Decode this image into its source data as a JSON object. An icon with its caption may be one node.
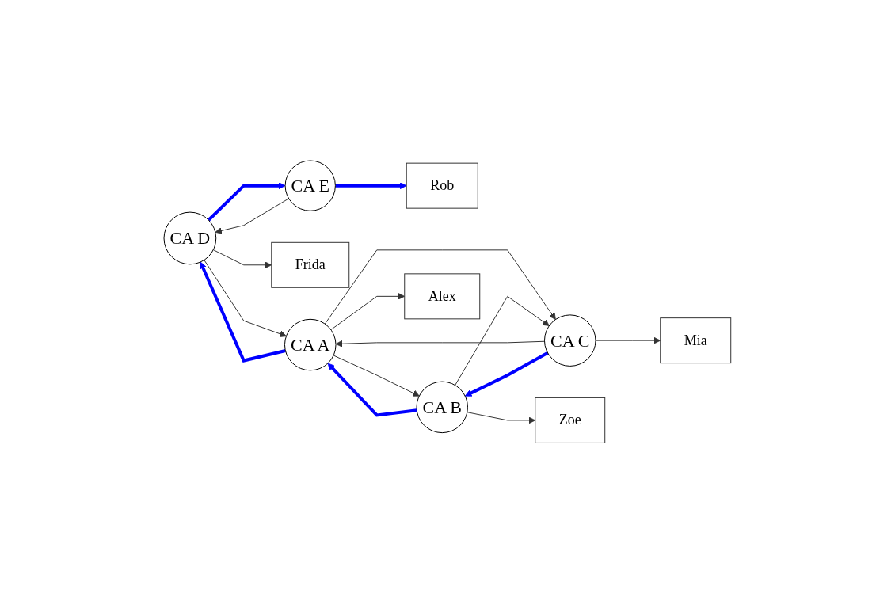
{
  "diagram": {
    "nodes": [
      {
        "text": [
          "CA D"
        ]
      },
      {
        "text": [
          "CA E"
        ]
      },
      {
        "text": [
          "Frida"
        ]
      },
      {
        "text": [
          "Rob"
        ]
      },
      {
        "text": [
          "CA A"
        ]
      },
      {
        "text": [
          "CA B"
        ]
      },
      {
        "text": [
          "CA C"
        ]
      },
      {
        "text": [
          "Zoe"
        ]
      },
      {
        "text": [
          "Alex"
        ]
      },
      {
        "text": [
          "Mia"
        ]
      }
    ],
    "edges": [
      {
        "from": 4,
        "to": 0,
        "arrow": "to",
        "style": "thick",
        "color": "#0000ff"
      },
      {
        "from": 0,
        "to": 4,
        "arrow": "to"
      },
      {
        "from": 0,
        "to": 1,
        "arrow": "to",
        "style": "thick",
        "color": "#0000ff"
      },
      {
        "from": 1,
        "to": 0,
        "arrow": "to"
      },
      {
        "from": 5,
        "to": 4,
        "arrow": "to",
        "style": "thick",
        "color": "#0000ff"
      },
      {
        "from": 4,
        "to": 5,
        "arrow": "to"
      },
      {
        "from": 4,
        "to": 6,
        "arrow": "to"
      },
      {
        "from": 6,
        "to": 4,
        "arrow": "to"
      },
      {
        "from": 6,
        "to": 5,
        "arrow": "to",
        "style": "thick",
        "color": "#0000ff"
      },
      {
        "from": 5,
        "to": 6,
        "arrow": "to"
      },
      {
        "from": 0,
        "to": 2,
        "arrow": "to"
      },
      {
        "from": 1,
        "to": 3,
        "arrow": "to",
        "style": "thick",
        "color": "#0000ff"
      },
      {
        "from": 4,
        "to": 8,
        "arrow": "to"
      },
      {
        "from": 6,
        "to": 9,
        "arrow": "to"
      },
      {
        "from": 5,
        "to": 7,
        "arrow": "to"
      }
    ]
  }
}
